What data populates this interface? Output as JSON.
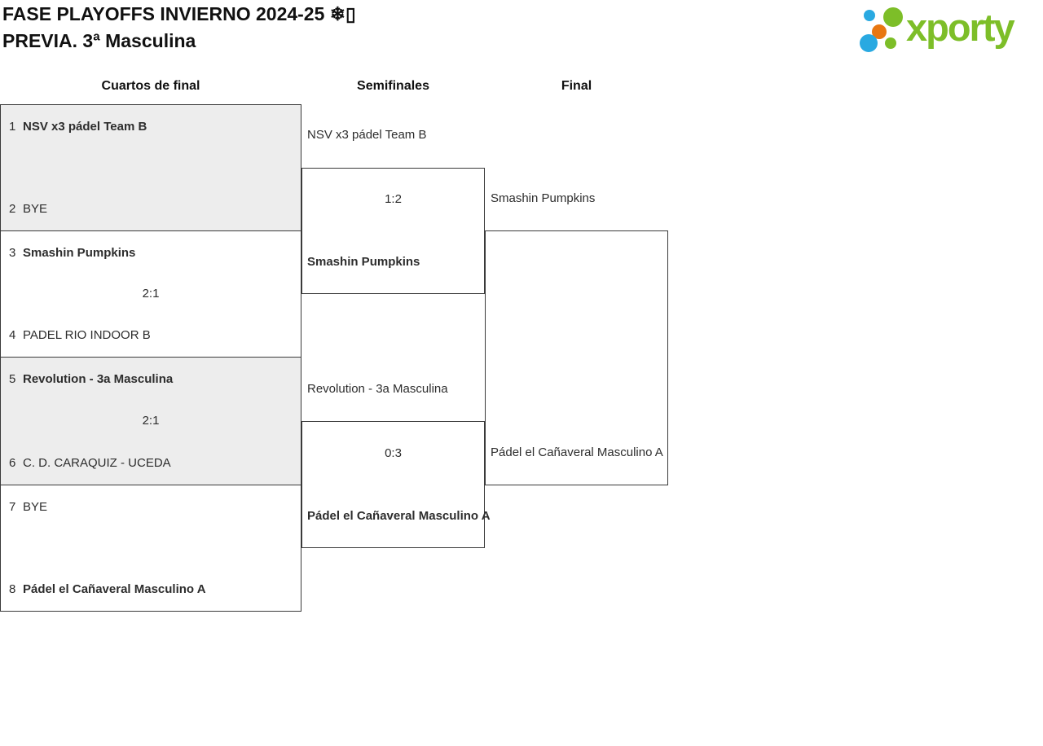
{
  "header": {
    "title_line1": "FASE PLAYOFFS INVIERNO 2024-25 ❄▯",
    "title_line2": "PREVIA. 3ª Masculina"
  },
  "logo": {
    "wordmark": "xporty",
    "colors": {
      "green": "#7dbe28",
      "blue": "#29a9e1",
      "orange": "#e87711"
    }
  },
  "bracket": {
    "colors": {
      "border": "#3a3a3a",
      "shaded_box": "#ededed"
    },
    "rounds": [
      {
        "label": "Cuartos de final"
      },
      {
        "label": "Semifinales"
      },
      {
        "label": "Final"
      }
    ],
    "quarterfinals": [
      {
        "score": "",
        "team1": {
          "seed": "1",
          "name": "NSV x3 pádel Team B",
          "winner": true
        },
        "team2": {
          "seed": "2",
          "name": "BYE",
          "winner": false
        }
      },
      {
        "score": "2:1",
        "team1": {
          "seed": "3",
          "name": "Smashin Pumpkins",
          "winner": true
        },
        "team2": {
          "seed": "4",
          "name": "PADEL RIO INDOOR B",
          "winner": false
        }
      },
      {
        "score": "2:1",
        "team1": {
          "seed": "5",
          "name": "Revolution - 3a Masculina",
          "winner": true
        },
        "team2": {
          "seed": "6",
          "name": "C. D. CARAQUIZ - UCEDA",
          "winner": false
        }
      },
      {
        "score": "",
        "team1": {
          "seed": "7",
          "name": "BYE",
          "winner": false
        },
        "team2": {
          "seed": "8",
          "name": "Pádel el Cañaveral Masculino A",
          "winner": true
        }
      }
    ],
    "semifinals": [
      {
        "score": "1:2",
        "team1": {
          "name": "NSV x3 pádel Team B",
          "winner": false
        },
        "team2": {
          "name": "Smashin Pumpkins",
          "winner": true
        }
      },
      {
        "score": "0:3",
        "team1": {
          "name": "Revolution - 3a Masculina",
          "winner": false
        },
        "team2": {
          "name": "Pádel el Cañaveral Masculino A",
          "winner": true
        }
      }
    ],
    "final": {
      "score": "",
      "team1": {
        "name": "Smashin Pumpkins",
        "winner": false
      },
      "team2": {
        "name": "Pádel el Cañaveral Masculino A",
        "winner": false
      }
    }
  }
}
